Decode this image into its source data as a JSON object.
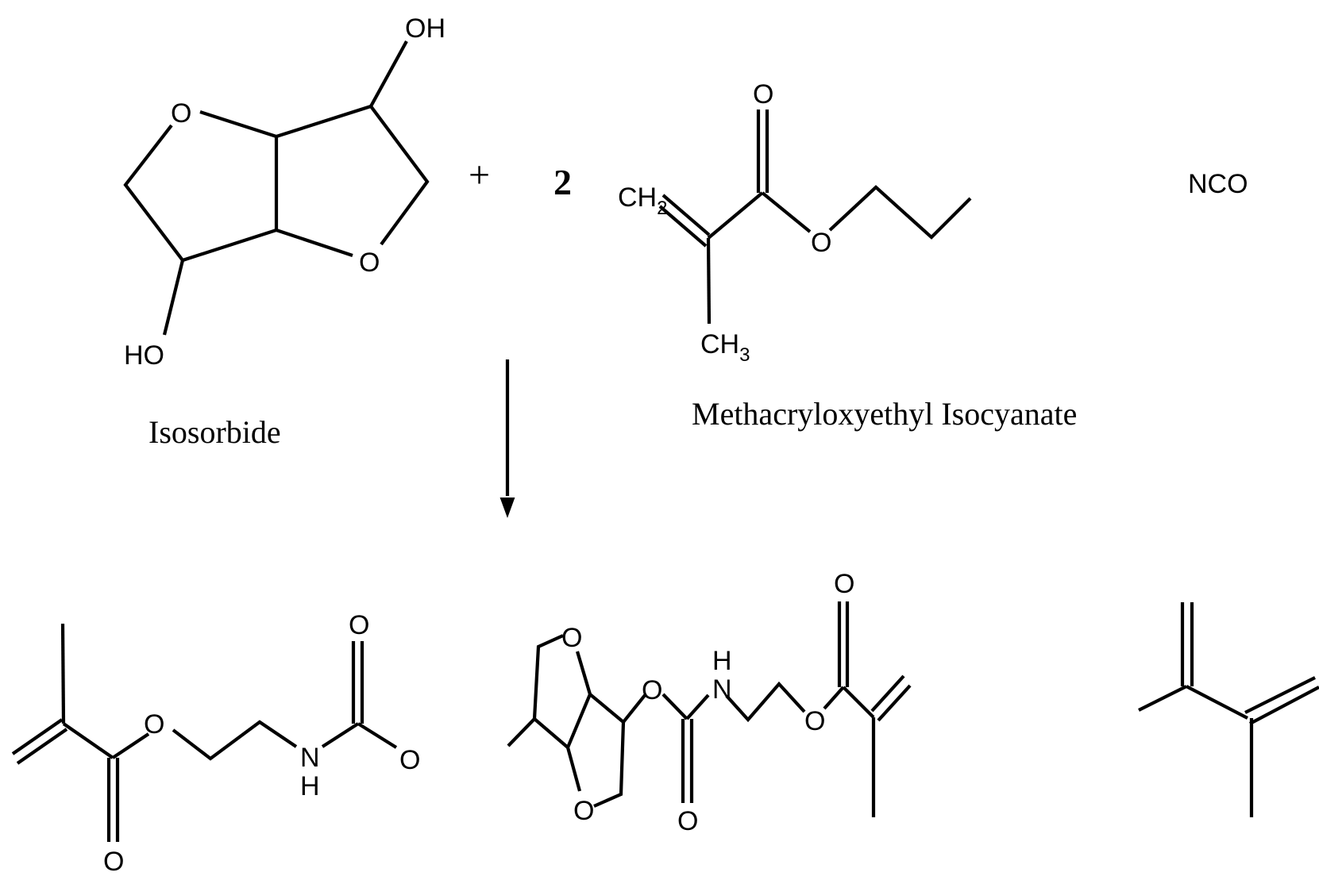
{
  "reaction": {
    "reactant_1": {
      "name": "Isosorbide",
      "atoms": {
        "o_ring_1": "O",
        "o_ring_2": "O",
        "oh_top": "OH",
        "oh_bottom": "HO"
      }
    },
    "operator": "+",
    "coefficient": "2",
    "reactant_2": {
      "name": "Methacryloxyethyl Isocyanate",
      "atoms": {
        "carbonyl_o": "O",
        "ch2": "CH",
        "ch2_sub": "2",
        "ch3": "CH",
        "ch3_sub": "3",
        "ester_o": "O",
        "nco": "NCO"
      }
    },
    "arrow": "down",
    "product": {
      "atoms": {
        "left_carbonyl_o": "O",
        "left_ester_o": "O",
        "left_n": "N",
        "left_h": "H",
        "left_carbamate_o_top": "O",
        "left_carbamate_o": "O",
        "ring_o_top": "O",
        "ring_o_bottom": "O",
        "right_carbamate_o": "O",
        "right_n": "N",
        "right_h": "H",
        "right_carbamate_o_bottom": "O",
        "right_ester_o": "O",
        "right_carbonyl_o": "O"
      }
    }
  }
}
